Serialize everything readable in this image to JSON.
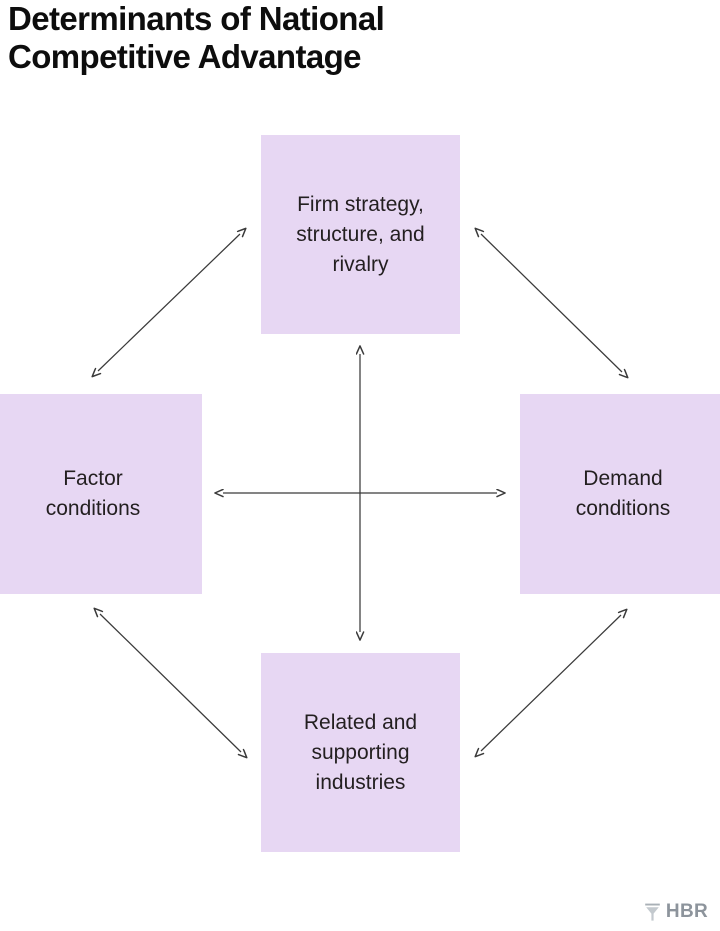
{
  "figure": {
    "title": "Determinants of National\nCompetitive Advantage",
    "background_color": "#ffffff",
    "box_color": "#e7d7f3",
    "text_color": "#231f20",
    "arrow_color": "#3a3a3a"
  },
  "chart_data": {
    "type": "diagram",
    "title": "Determinants of National Competitive Advantage",
    "nodes": [
      {
        "id": "firm-strategy",
        "position": "top",
        "label": "Firm strategy,\nstructure, and\nrivalry"
      },
      {
        "id": "factor-conditions",
        "position": "left",
        "label": "Factor\nconditions"
      },
      {
        "id": "demand-conditions",
        "position": "right",
        "label": "Demand\nconditions"
      },
      {
        "id": "related-supporting",
        "position": "bottom",
        "label": "Related and\nsupporting\nindustries"
      }
    ],
    "edges": [
      {
        "from": "factor-conditions",
        "to": "firm-strategy",
        "style": "double-arrow",
        "orientation": "diagonal-up-right"
      },
      {
        "from": "firm-strategy",
        "to": "demand-conditions",
        "style": "double-arrow",
        "orientation": "diagonal-down-right"
      },
      {
        "from": "factor-conditions",
        "to": "related-supporting",
        "style": "double-arrow",
        "orientation": "diagonal-down-right"
      },
      {
        "from": "related-supporting",
        "to": "demand-conditions",
        "style": "double-arrow",
        "orientation": "diagonal-up-right"
      },
      {
        "from": "firm-strategy",
        "to": "related-supporting",
        "style": "double-arrow",
        "orientation": "vertical"
      },
      {
        "from": "factor-conditions",
        "to": "demand-conditions",
        "style": "double-arrow",
        "orientation": "horizontal"
      }
    ]
  },
  "nodes": {
    "top": {
      "label": "Firm strategy,\nstructure, and\nrivalry"
    },
    "left": {
      "label": "Factor\nconditions"
    },
    "right": {
      "label": "Demand\nconditions"
    },
    "bottom": {
      "label": "Related and\nsupporting\nindustries"
    }
  },
  "branding": {
    "wordmark": "HBR",
    "mark_icon": "hbr-funnel-icon",
    "color": "#8d949c"
  }
}
